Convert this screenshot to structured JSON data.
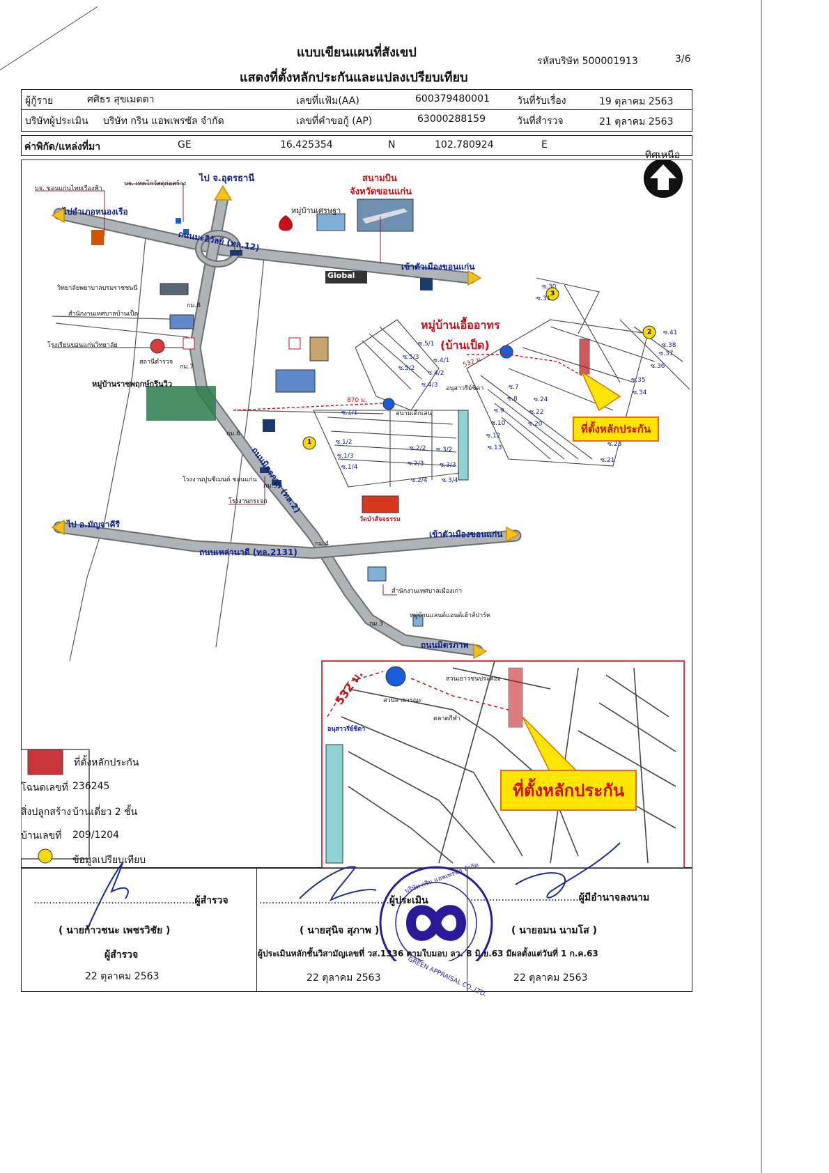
{
  "header": {
    "title_line1": "แบบเขียนแผนที่สังเขป",
    "title_line2": "แสดงที่ตั้งหลักประกันและแปลงเปรียบเทียบ",
    "company_code_label": "รหัสบริษัท",
    "company_code": "500001913",
    "page": "3/6"
  },
  "info": {
    "borrower_label": "ผู้กู้ราย",
    "borrower": "ศศิธร  สุขเมตตา",
    "file_no_label": "เลขที่แฟ้ม(AA)",
    "file_no": "600379480001",
    "received_label": "วันที่รับเรื่อง",
    "received_date": "19 ตุลาคม 2563",
    "appraiser_company_label": "บริษัทผู้ประเมิน",
    "appraiser_company": "บริษัท กริน แอพเพรซัล จำกัด",
    "request_no_label": "เลขที่คำขอกู้ (AP)",
    "request_no": "63000288159",
    "survey_date_label": "วันที่สำรวจ",
    "survey_date": "21 ตุลาคม 2563",
    "coord_label": "ค่าพิกัด/แหล่งที่มา",
    "coord_source": "GE",
    "lat": "16.425354",
    "lat_dir": "N",
    "lon": "102.780924",
    "lon_dir": "E",
    "north_label": "ทิศเหนือ"
  },
  "map": {
    "labels": {
      "to_udon": "ไป จ.อุดรธานี",
      "to_nongruea": "ไปอำเภอหนองเรือ",
      "to_khonkaen_top": "เข้าตัวเมืองขอนแก่น",
      "to_khonkaen_mid": "เข้าตัวเมืองขอนแก่น",
      "to_manchakhiri": "ไป อ.มัญจาคีรี",
      "mittraphap_road": "ถนนมะลิวัลย์ (ทล.12)",
      "lao_nadi_road": "ถนนเหล่านาดี (ทล.2131)",
      "mittraphap_main": "ถนนมิตรภาพ (ทล.2)",
      "mittraphap_end": "ถนนมิตรภาพ",
      "bkk_thai_ruang": "บจ. ขอนแก่นไทยเรืองฟ้า",
      "bkk_tech": "บจ. เทคโกวัสดุก่อสร้าง",
      "airport_1": "สนามบิน",
      "airport_2": "จังหวัดขอนแก่น",
      "village_setha": "หมู่บ้านเศรษฐา",
      "global": "Global",
      "nursing_college": "วิทยาลัยพยาบาลบรมราชชนนี",
      "municipal_ban_pet": "สำนักงานเทศบาลบ้านเป็ด",
      "kk_wittayalai": "โรงเรียนขอนแก่นวิทยาลัย",
      "police": "สถานีตำรวจ",
      "village_ratchaphruek": "หมู่บ้านราชพฤกษ์กรีนวิว",
      "village_ua_athorn": "หมู่บ้านเอื้ออาทร",
      "ban_pet": "(บ้านเป็ด)",
      "dist_532": "532 ม.",
      "dist_870": "870 ม.",
      "monument": "อนุสาวรีย์ชิดา",
      "playground": "สนามเด็กเล่น",
      "cement_factory": "โรงงานปูนซีเมนต์ ขอนแก่น",
      "glass_factory": "โรงงานกระจก",
      "wat_pa": "วัดป่าสัจจธรรม",
      "old_municipal": "สำนักงานเทศบาลเมืองเก่า",
      "land_and_house": "หมู่บ้านแลนด์แอนด์เฮ้าส์ปาร์ค",
      "collateral_callout": "ที่ตั้งหลักประกัน",
      "km8": "กม.8",
      "km7": "กม.7",
      "km6": "กม.6",
      "km5": "กม.5",
      "km4": "กม.4",
      "km3": "กม.3",
      "marker1": "1",
      "marker2": "2",
      "marker3": "3"
    },
    "soi_labels": [
      "ซ.1/1",
      "ซ.1/2",
      "ซ.1/3",
      "ซ.1/4",
      "ซ.2/2",
      "ซ.2/3",
      "ซ.2/4",
      "ซ.3/2",
      "ซ.3/3",
      "ซ.3/4",
      "ซ.5/1",
      "ซ.5/2",
      "ซ.5/3",
      "ซ.4/1",
      "ซ.4/2",
      "ซ.4/3",
      "ซ.7",
      "ซ.8",
      "ซ.9",
      "ซ.10",
      "ซ.12",
      "ซ.13",
      "ซ.24",
      "ซ.22",
      "ซ.20",
      "ซ.23",
      "ซ.21",
      "ซ.30",
      "ซ.31",
      "ซ.34",
      "ซ.35",
      "ซ.36",
      "ซ.37",
      "ซ.41",
      "ซ.38"
    ],
    "inset_labels": {
      "playground": "สวนเยาวชนประคอง",
      "park1": "สวนสาธารณะ",
      "market": "ตลาดกีฬา",
      "monument": "อนุสาวรีย์ชิดา",
      "callout": "ที่ตั้งหลักประกัน",
      "dist": "532 ม."
    }
  },
  "legend": {
    "collateral_label": "ที่ตั้งหลักประกัน",
    "deed_label": "โฉนดเลขที่",
    "deed_no": "236245",
    "building_label": "สิ่งปลูกสร้าง",
    "building": "บ้านเดี่ยว 2 ชั้น",
    "house_no_label": "บ้านเลขที่",
    "house_no": "209/1204",
    "comparable_label": "ข้อมูลเปรียบเทียบ"
  },
  "signatures": {
    "surveyor_role": "ผู้สำรวจ",
    "surveyor_name": "( นายก้าวชนะ  เพชรวิชัย )",
    "surveyor_title": "ผู้สำรวจ",
    "surveyor_date": "22 ตุลาคม 2563",
    "appraiser_role": "ผู้ประเมิน",
    "appraiser_name": "( นายสุนิจ  สุภาพ )",
    "appraiser_title": "ผู้ประเมินหลักชั้นวิสามัญเลขที่ วส.1336 ตามใบมอบ ลว. 8 มิ.ย.63  มีผลตั้งแต่วันที่ 1 ก.ค.63",
    "appraiser_date": "22 ตุลาคม 2563",
    "authorized_role": "ผู้มีอำนาจลงนาม",
    "authorized_name": "( นายอมน  นามโส )",
    "authorized_date": "22 ตุลาคม 2563",
    "stamp_text_top": "บริษัท กริน แอพเพรซัล จำกัด",
    "stamp_text_bottom": "GREEN APPRAISAL CO.,LTD."
  },
  "colors": {
    "road": "#aeb4b7",
    "road_edge": "#6a7072",
    "arrow": "#f2c21b",
    "label_red": "#c0121a",
    "label_blue": "#0b1f8c",
    "collateral": "#c0121a",
    "callout_fill": "#ffe600",
    "stamp": "#2a1a9a"
  }
}
